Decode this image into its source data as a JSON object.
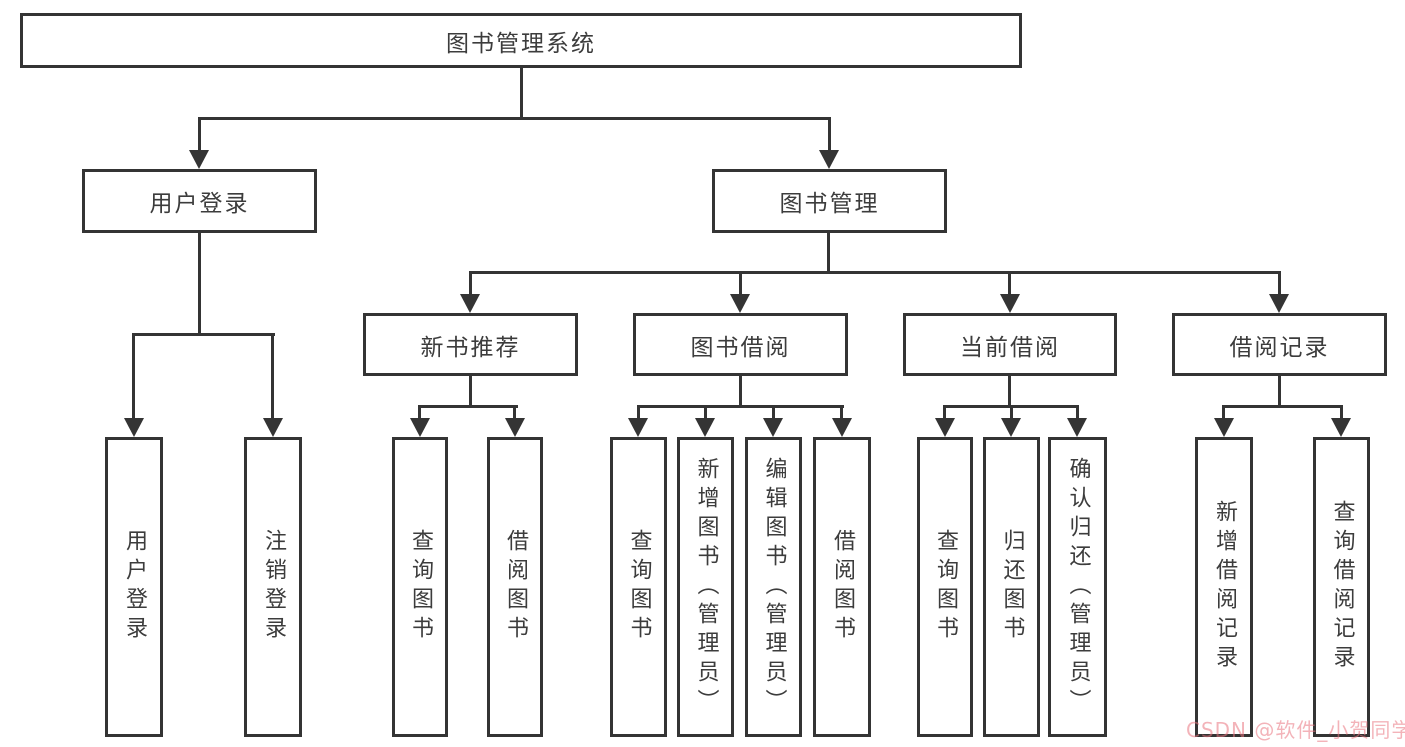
{
  "tree": {
    "root": "图书管理系统",
    "branches": {
      "login": "用户登录",
      "management": "图书管理"
    },
    "modules": {
      "new_books": "新书推荐",
      "borrowing": "图书借阅",
      "current": "当前借阅",
      "records": "借阅记录"
    },
    "leaves": {
      "login": [
        "用户登录",
        "注销登录"
      ],
      "new_books": [
        "查询图书",
        "借阅图书"
      ],
      "borrowing": [
        "查询图书",
        "新增图书（管理员）",
        "编辑图书（管理员）",
        "借阅图书"
      ],
      "current": [
        "查询图书",
        "归还图书",
        "确认归还（管理员）"
      ],
      "records": [
        "新增借阅记录",
        "查询借阅记录"
      ]
    }
  },
  "watermark": {
    "text": "CSDN @软件_小贺同学"
  },
  "colors": {
    "line": "#343434",
    "box_border": "#343434",
    "text": "#3c3c3c",
    "background": "#ffffff",
    "watermark": "#e97480"
  }
}
